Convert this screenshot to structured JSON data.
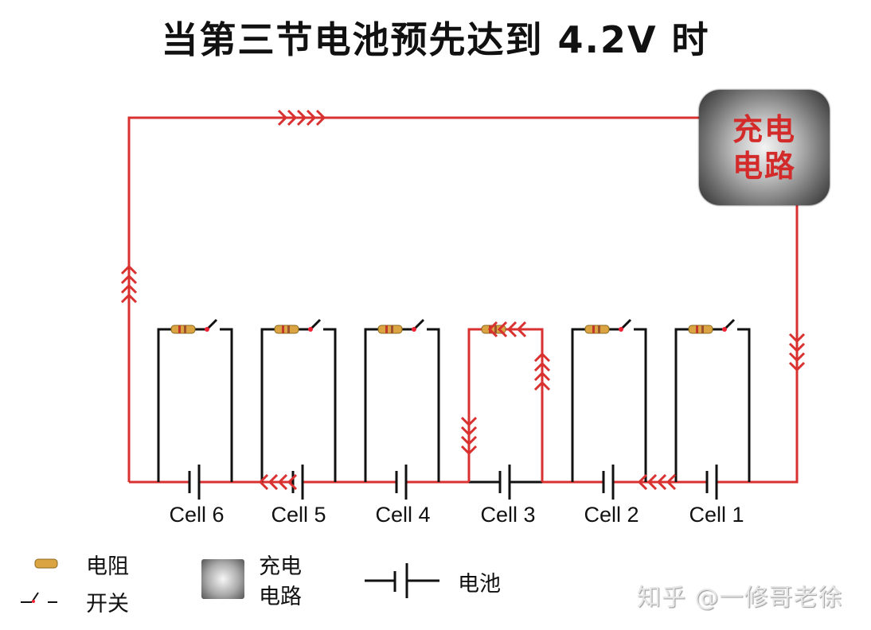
{
  "title": "当第三节电池预先达到 4.2V 时",
  "charger_box": {
    "line1": "充电",
    "line2": "电路",
    "text_color": "#d32a2a"
  },
  "cells": [
    {
      "label": "Cell 6"
    },
    {
      "label": "Cell 5"
    },
    {
      "label": "Cell 4"
    },
    {
      "label": "Cell 3",
      "bypassed": true
    },
    {
      "label": "Cell 2"
    },
    {
      "label": "Cell 1"
    }
  ],
  "legend": {
    "resistor": "电阻",
    "switch": "开关",
    "charger_line1": "充电",
    "charger_line2": "电路",
    "battery": "电池"
  },
  "watermark": "知乎 @一修哥老徐",
  "colors": {
    "current": "#d93030",
    "wire": "#111111",
    "resistor": "#d9a441"
  }
}
